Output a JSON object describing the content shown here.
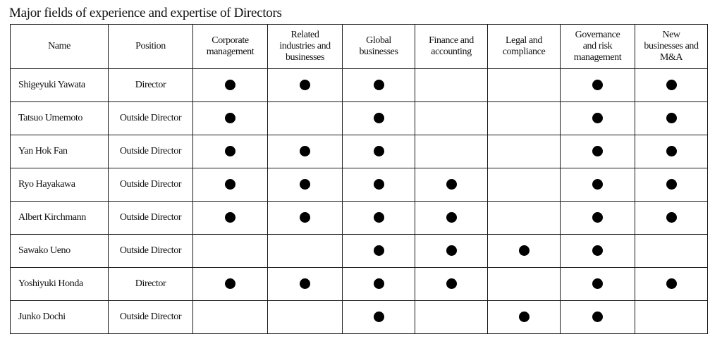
{
  "title": "Major fields of experience and expertise of Directors",
  "columns": [
    {
      "key": "name",
      "label": "Name"
    },
    {
      "key": "position",
      "label": "Position"
    },
    {
      "key": "corporate_management",
      "label": "Corporate\nmanagement"
    },
    {
      "key": "related_industries",
      "label": "Related\nindustries and\nbusinesses"
    },
    {
      "key": "global_businesses",
      "label": "Global\nbusinesses"
    },
    {
      "key": "finance_accounting",
      "label": "Finance and\naccounting"
    },
    {
      "key": "legal_compliance",
      "label": "Legal and\ncompliance"
    },
    {
      "key": "governance_risk",
      "label": "Governance\nand risk\nmanagement"
    },
    {
      "key": "new_businesses",
      "label": "New\nbusinesses and\nM&A"
    }
  ],
  "rows": [
    {
      "name": "Shigeyuki Yawata",
      "position": "Director",
      "marks": [
        true,
        true,
        true,
        false,
        false,
        true,
        true
      ]
    },
    {
      "name": "Tatsuo Umemoto",
      "position": "Outside Director",
      "marks": [
        true,
        false,
        true,
        false,
        false,
        true,
        true
      ]
    },
    {
      "name": "Yan Hok Fan",
      "position": "Outside Director",
      "marks": [
        true,
        true,
        true,
        false,
        false,
        true,
        true
      ]
    },
    {
      "name": "Ryo Hayakawa",
      "position": "Outside Director",
      "marks": [
        true,
        true,
        true,
        true,
        false,
        true,
        true
      ]
    },
    {
      "name": "Albert Kirchmann",
      "position": "Outside Director",
      "marks": [
        true,
        true,
        true,
        true,
        false,
        true,
        true
      ]
    },
    {
      "name": "Sawako Ueno",
      "position": "Outside Director",
      "marks": [
        false,
        false,
        true,
        true,
        true,
        true,
        false
      ]
    },
    {
      "name": "Yoshiyuki Honda",
      "position": "Director",
      "marks": [
        true,
        true,
        true,
        true,
        false,
        true,
        true
      ]
    },
    {
      "name": "Junko Dochi",
      "position": "Outside Director",
      "marks": [
        false,
        false,
        true,
        false,
        true,
        true,
        false
      ]
    }
  ],
  "mark_symbol": "filled-circle",
  "mark_color": "#000000"
}
